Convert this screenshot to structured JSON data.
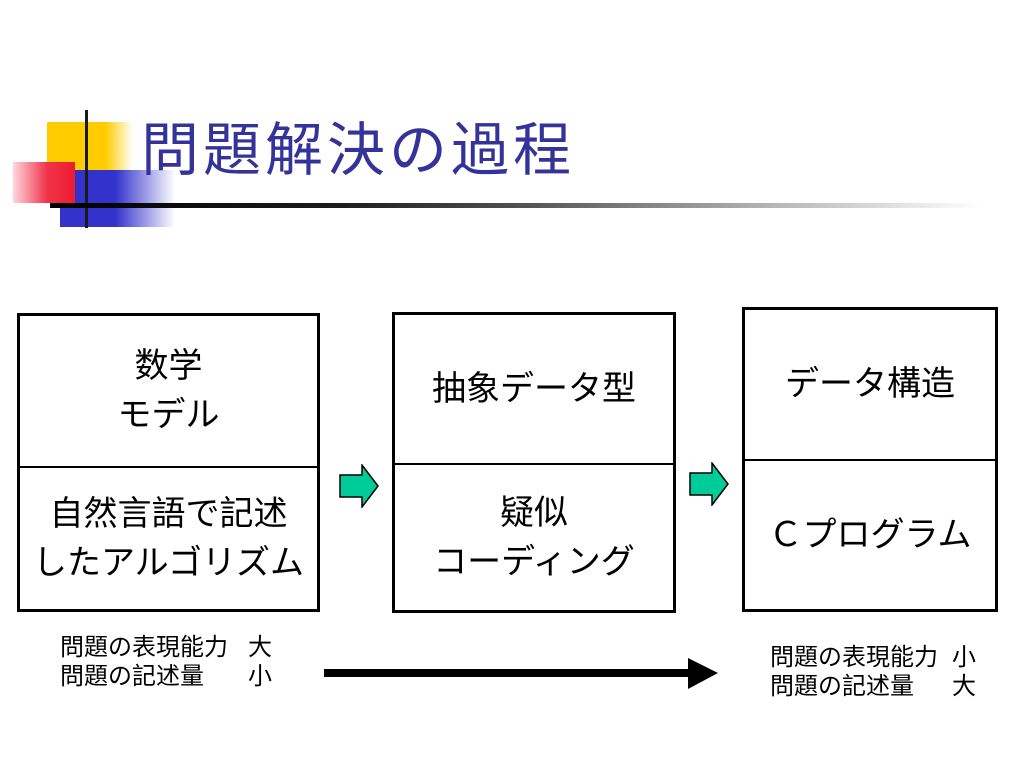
{
  "slide": {
    "title": "問題解決の過程",
    "title_color": "#333399",
    "arrow_color": "#00cc99",
    "background_color": "#ffffff"
  },
  "boxes": [
    {
      "name": "math-model",
      "top_lines": [
        "数学",
        "モデル"
      ],
      "bottom_lines": [
        "自然言語で記述",
        "したアルゴリズム"
      ]
    },
    {
      "name": "abstract-data-type",
      "top_lines": [
        "抽象データ型"
      ],
      "bottom_lines": [
        "疑似",
        "コーディング"
      ]
    },
    {
      "name": "data-structure",
      "top_lines": [
        "データ構造"
      ],
      "bottom_lines": [
        "Ｃプログラム"
      ]
    }
  ],
  "notes": {
    "left": [
      {
        "label": "問題の表現能力",
        "value": "大"
      },
      {
        "label": "問題の記述量",
        "value": "小"
      }
    ],
    "right": [
      {
        "label": "問題の表現能力",
        "value": "小"
      },
      {
        "label": "問題の記述量",
        "value": "大"
      }
    ]
  },
  "icons": {
    "flow_arrow": "right-block-arrow",
    "long_arrow": "right-arrow"
  }
}
